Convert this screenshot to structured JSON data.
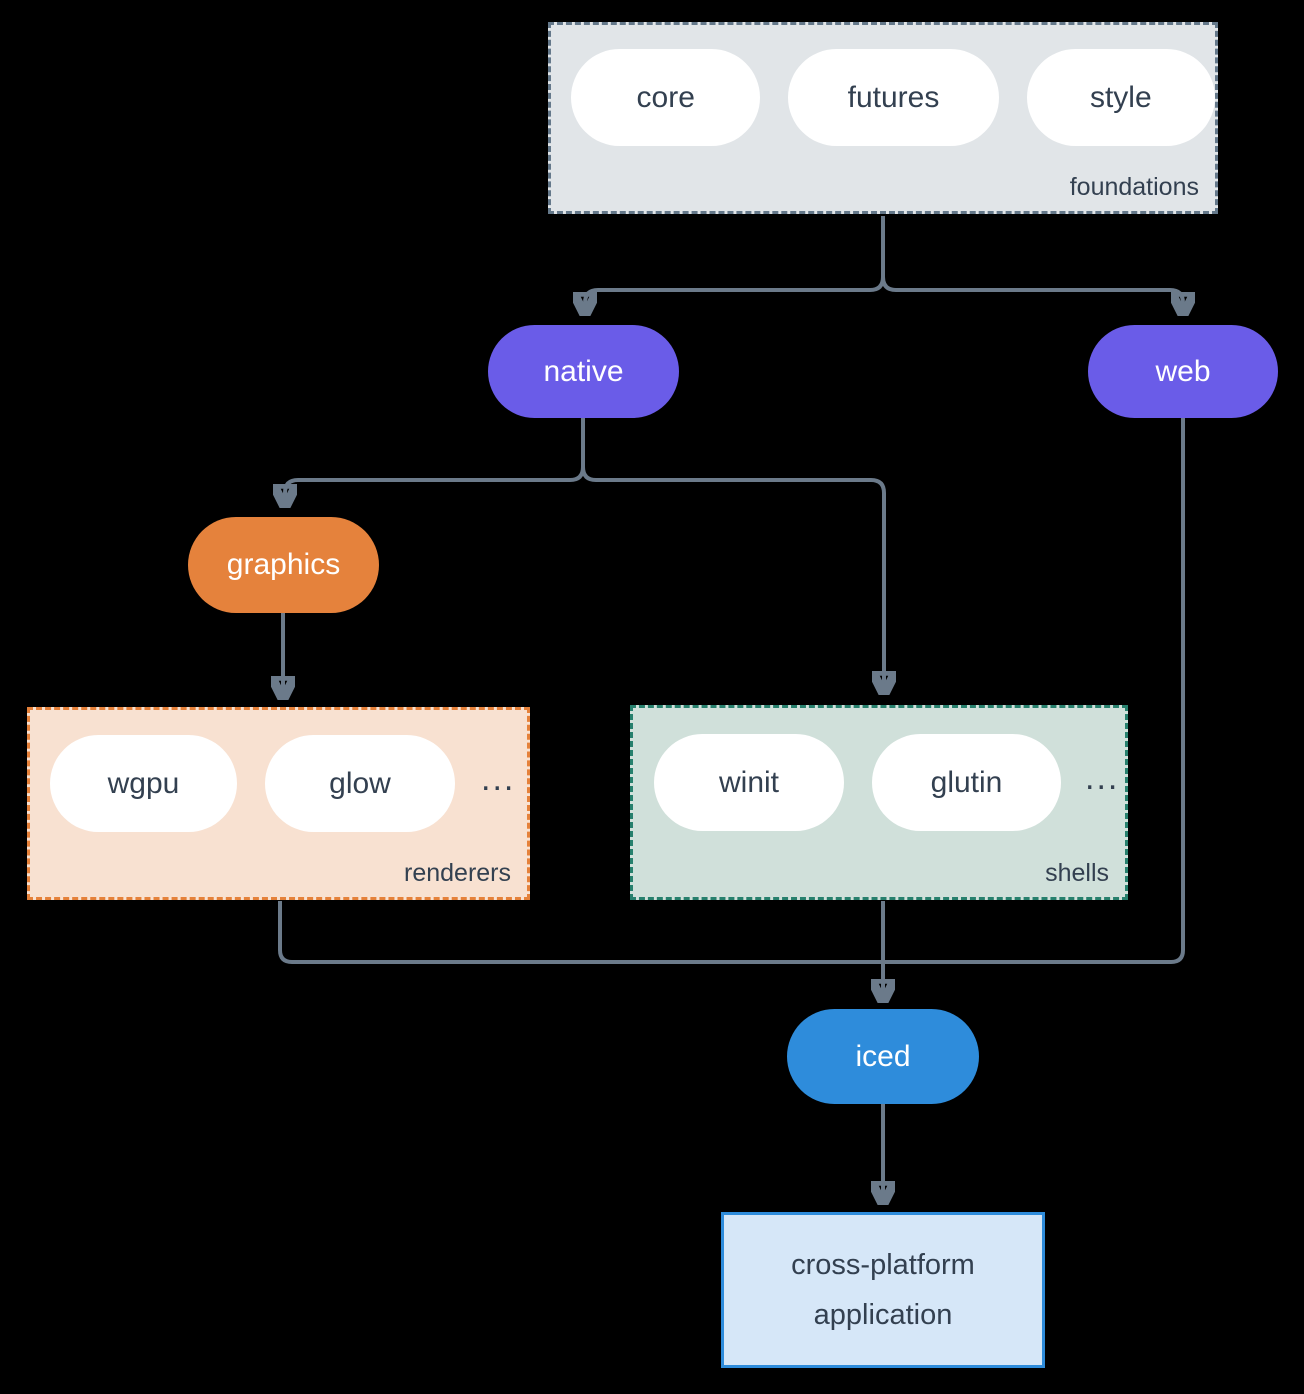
{
  "colors": {
    "background": "#000000",
    "arrow": "#6b7a8a",
    "purple_node": "#6a5ce8",
    "orange_node": "#e5823c",
    "blue_node": "#2e8cdb",
    "foundations_fill": "#e1e5e8",
    "foundations_border": "#64788a",
    "renderers_fill": "#f8e1d1",
    "renderers_border": "#e5813a",
    "shells_fill": "#d0e0da",
    "shells_border": "#27806d",
    "app_fill": "#d6e7f8",
    "app_border": "#2e8cdb",
    "dark_text": "#334050"
  },
  "groups": {
    "foundations": {
      "label": "foundations",
      "pills": [
        "core",
        "futures",
        "style"
      ]
    },
    "renderers": {
      "label": "renderers",
      "pills": [
        "wgpu",
        "glow"
      ],
      "more": "..."
    },
    "shells": {
      "label": "shells",
      "pills": [
        "winit",
        "glutin"
      ],
      "more": "..."
    }
  },
  "nodes": {
    "native": "native",
    "web": "web",
    "graphics": "graphics",
    "iced": "iced",
    "application": "cross-platform application"
  }
}
